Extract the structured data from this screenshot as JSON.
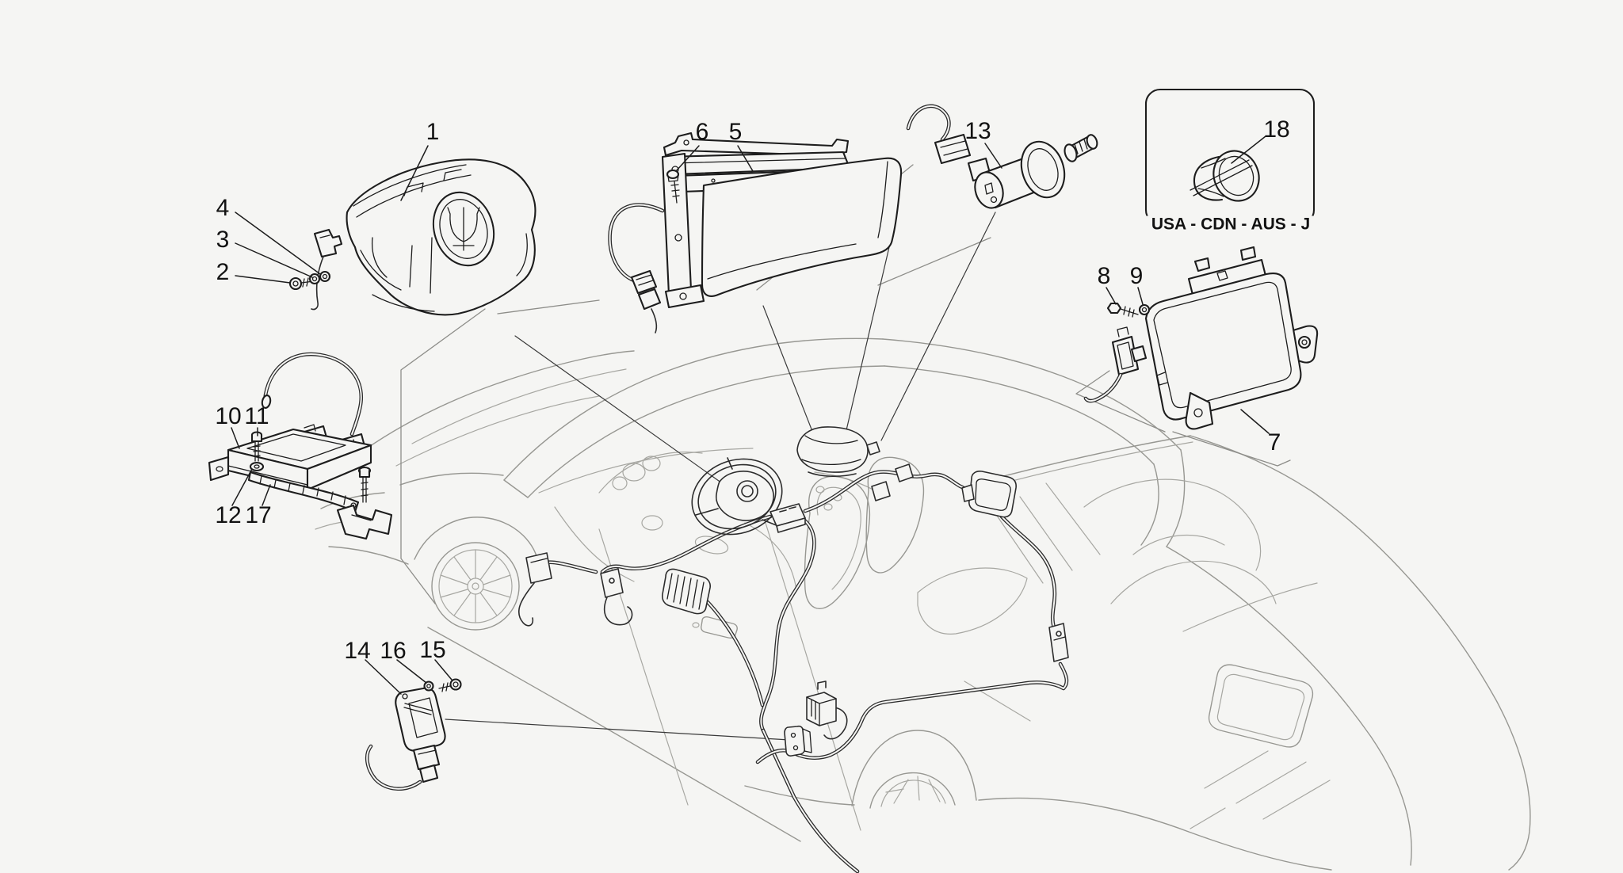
{
  "diagram": {
    "kind": "exploded-parts-diagram",
    "subject": "airbag-system-on-car-body",
    "colors": {
      "background": "#f5f5f3",
      "part_line": "#1d1d1d",
      "ghost_car_line": "#979792",
      "text": "#121212"
    },
    "emblem_icon": "maserati-trident",
    "part_labels": [
      "1",
      "2",
      "3",
      "4",
      "5",
      "6",
      "7",
      "8",
      "9",
      "10",
      "11",
      "12",
      "13",
      "14",
      "15",
      "16",
      "17",
      "18"
    ],
    "region_callout": {
      "label": "USA - CDN - AUS - J"
    }
  }
}
